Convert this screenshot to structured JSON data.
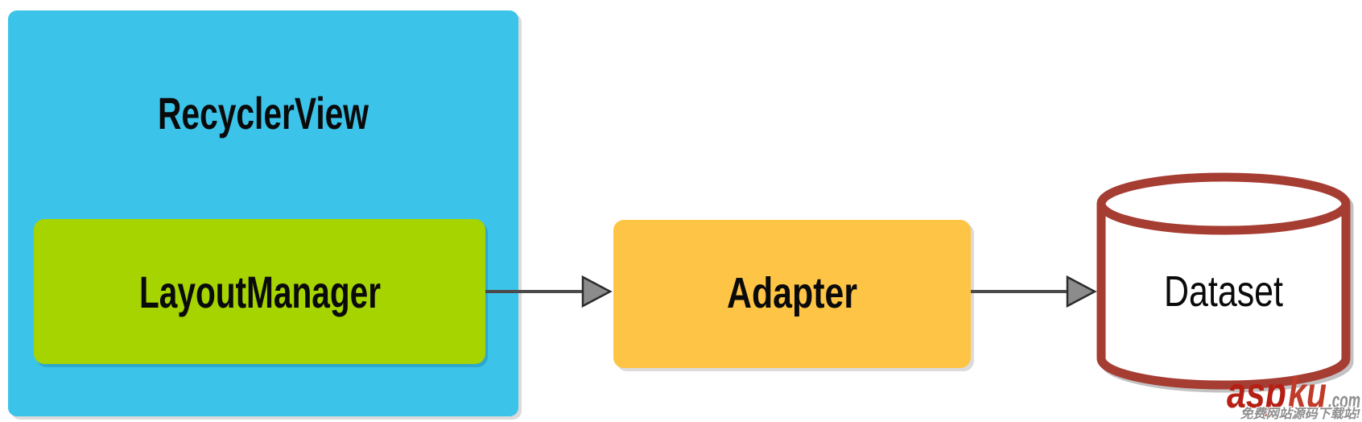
{
  "canvas": {
    "width": "1692",
    "height": "524",
    "background": "#FFFFFF"
  },
  "diagram": {
    "type": "architecture-flow",
    "nodes": {
      "recyclerview": {
        "label": "RecyclerView",
        "fill": "#3CC3E9",
        "text_color": "#0A0A0A"
      },
      "layoutmanager": {
        "label": "LayoutManager",
        "fill": "#A6D400",
        "text_color": "#0A0A0A"
      },
      "adapter": {
        "label": "Adapter",
        "fill": "#FEC445",
        "text_color": "#0A0A0A"
      },
      "dataset": {
        "label": "Dataset",
        "shape": "cylinder",
        "fill": "#FFFFFF",
        "border_color": "#A63D33",
        "text_color": "#0A0A0A"
      }
    },
    "connections": [
      {
        "from": "LayoutManager",
        "to": "Adapter",
        "style": "arrow",
        "color": "#4A4A4A"
      },
      {
        "from": "Adapter",
        "to": "Dataset",
        "style": "arrow",
        "color": "#4A4A4A"
      }
    ]
  },
  "watermark": {
    "brand_part1": "asp",
    "brand_part2": "ku",
    "brand_part3": ".com",
    "tagline": "免费网站源码下载站!",
    "color_part1": "#B51F14",
    "color_part2": "#C13B2A",
    "color_part3": "#8E8E8E",
    "color_tagline": "#8F8F8F"
  }
}
